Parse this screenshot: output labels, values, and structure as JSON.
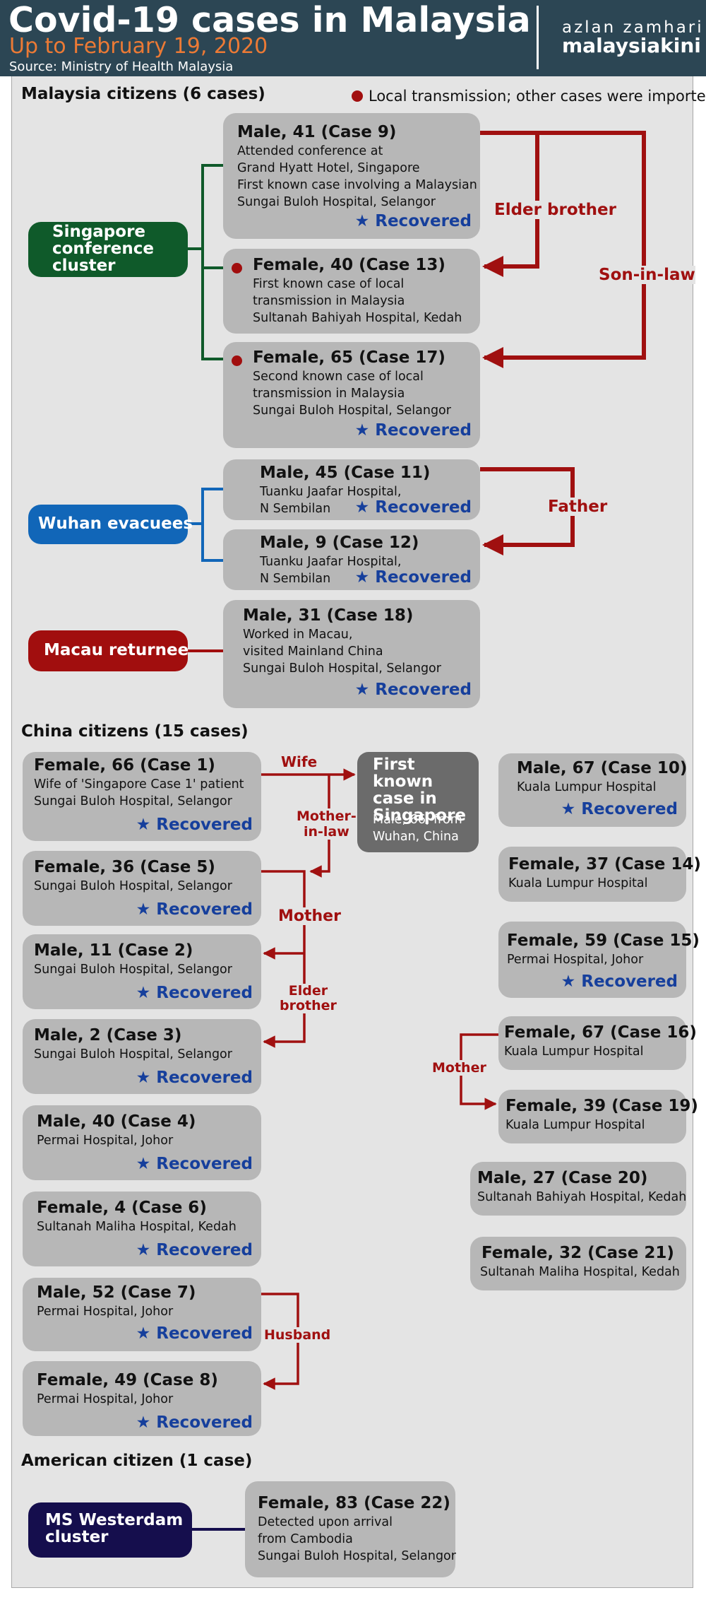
{
  "header": {
    "title": "Covid-19 cases in Malaysia",
    "subtitle": "Up to February 19, 2020",
    "source": "Source: Ministry of Health Malaysia",
    "byline": "azlan zamhari",
    "brand": "malaysiakini"
  },
  "sections": {
    "malaysia": "Malaysia citizens (6 cases)",
    "china": "China citizens (15 cases)",
    "american": "American citizen (1 case)"
  },
  "legend": {
    "text": "Local transmission; other cases were imported",
    "color": "#a10e0e"
  },
  "clusters": {
    "singapore": [
      "Singapore",
      "conference",
      "cluster"
    ],
    "wuhan": "Wuhan evacuees",
    "macau": "Macau returnee",
    "westerdam": [
      "MS Westerdam",
      "cluster"
    ]
  },
  "recovered_label": "★ Recovered",
  "cases": {
    "c9": {
      "title": "Male, 41 (Case 9)",
      "lines": [
        "Attended conference at",
        "Grand Hyatt Hotel, Singapore",
        "First known case involving a Malaysian",
        "Sungai Buloh Hospital, Selangor"
      ]
    },
    "c13": {
      "title": "Female, 40 (Case 13)",
      "lines": [
        "First known case of local",
        "transmission in Malaysia",
        "Sultanah Bahiyah Hospital, Kedah"
      ]
    },
    "c17": {
      "title": "Female, 65 (Case 17)",
      "lines": [
        "Second known case of local",
        "transmission in Malaysia",
        "Sungai Buloh Hospital, Selangor"
      ]
    },
    "c11": {
      "title": "Male, 45 (Case 11)",
      "lines": [
        "Tuanku Jaafar Hospital,",
        "N Sembilan"
      ]
    },
    "c12": {
      "title": "Male, 9 (Case 12)",
      "lines": [
        "Tuanku Jaafar Hospital,",
        "N Sembilan"
      ]
    },
    "c18": {
      "title": "Male, 31 (Case 18)",
      "lines": [
        "Worked in Macau,",
        "visited Mainland China",
        "Sungai Buloh Hospital, Selangor"
      ]
    },
    "c1": {
      "title": "Female, 66 (Case 1)",
      "lines": [
        "Wife of 'Singapore Case 1' patient",
        "Sungai Buloh Hospital, Selangor"
      ]
    },
    "c5": {
      "title": "Female, 36 (Case 5)",
      "lines": [
        "Sungai Buloh Hospital, Selangor"
      ]
    },
    "c2": {
      "title": "Male, 11 (Case 2)",
      "lines": [
        "Sungai Buloh Hospital, Selangor"
      ]
    },
    "c3": {
      "title": "Male, 2 (Case 3)",
      "lines": [
        "Sungai Buloh Hospital, Selangor"
      ]
    },
    "c4": {
      "title": "Male, 40 (Case 4)",
      "lines": [
        "Permai Hospital, Johor"
      ]
    },
    "c6": {
      "title": "Female, 4 (Case 6)",
      "lines": [
        "Sultanah Maliha Hospital, Kedah"
      ]
    },
    "c7": {
      "title": "Male, 52 (Case 7)",
      "lines": [
        "Permai Hospital, Johor"
      ]
    },
    "c8": {
      "title": "Female, 49 (Case 8)",
      "lines": [
        "Permai Hospital, Johor"
      ]
    },
    "c10": {
      "title": "Male, 67 (Case 10)",
      "lines": [
        "Kuala Lumpur Hospital"
      ]
    },
    "c14": {
      "title": "Female, 37 (Case 14)",
      "lines": [
        "Kuala Lumpur Hospital"
      ]
    },
    "c15": {
      "title": "Female, 59 (Case 15)",
      "lines": [
        "Permai Hospital, Johor"
      ]
    },
    "c16": {
      "title": "Female, 67 (Case 16)",
      "lines": [
        "Kuala Lumpur Hospital"
      ]
    },
    "c19": {
      "title": "Female, 39 (Case 19)",
      "lines": [
        "Kuala Lumpur Hospital"
      ]
    },
    "c20": {
      "title": "Male, 27 (Case 20)",
      "lines": [
        "Sultanah Bahiyah Hospital, Kedah"
      ]
    },
    "c21": {
      "title": "Female, 32 (Case 21)",
      "lines": [
        "Sultanah Maliha Hospital, Kedah"
      ]
    },
    "c22": {
      "title": "Female, 83 (Case 22)",
      "lines": [
        "Detected upon arrival",
        "from Cambodia",
        "Sungai Buloh Hospital, Selangor"
      ]
    }
  },
  "singapore_case": {
    "title": [
      "First known",
      "case in",
      "Singapore"
    ],
    "lines": [
      "Male, 66, from",
      "Wuhan, China"
    ]
  },
  "relations": {
    "elder_brother": "Elder brother",
    "son_in_law": "Son-in-law",
    "father": "Father",
    "wife": "Wife",
    "mother_in_law": [
      "Mother-",
      "in-law"
    ],
    "mother": "Mother",
    "elder_brother_2": [
      "Elder",
      "brother"
    ],
    "husband": "Husband",
    "mother_2": "Mother"
  },
  "colors": {
    "header_bg": "#2c4654",
    "subtitle": "#ec7a35",
    "panel_bg": "#e4e4e4",
    "case_box": "#b7b7b7",
    "relation": "#a01010",
    "recovered": "#163f9c",
    "singapore_cluster": "#0f5a2a",
    "wuhan_cluster": "#1166b8",
    "macau_cluster": "#a10e0e",
    "westerdam_cluster": "#150e4d",
    "singapore_case_box": "#6b6b6b"
  }
}
